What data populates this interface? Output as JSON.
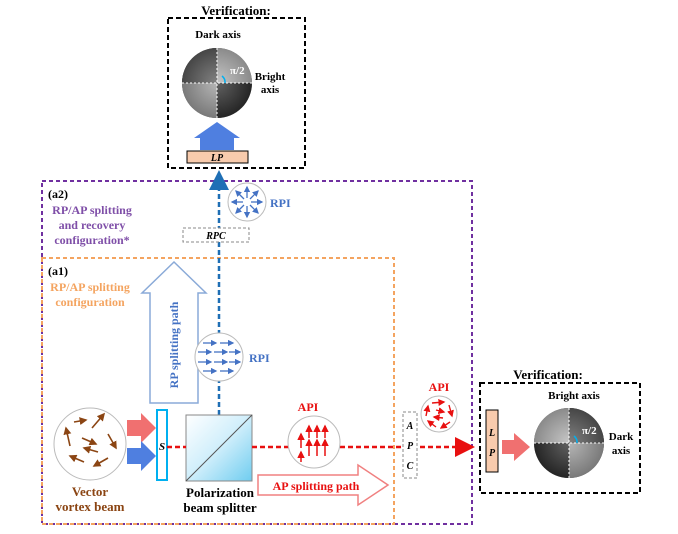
{
  "verification_top": {
    "title": "Verification:",
    "dark_axis": "Dark axis",
    "bright_axis_line1": "Bright",
    "bright_axis_line2": "axis",
    "angle": "π/2",
    "lp": "LP"
  },
  "verification_right": {
    "title": "Verification:",
    "bright_axis": "Bright axis",
    "dark_axis_line1": "Dark",
    "dark_axis_line2": "axis",
    "angle": "π/2",
    "lp_line1": "L",
    "lp_line2": "P"
  },
  "a2": {
    "tag": "(a2)",
    "line1": "RP/AP splitting",
    "line2": "and recovery",
    "line3": "configuration*",
    "rpc": "RPC",
    "rpi": "RPI"
  },
  "a1": {
    "tag": "(a1)",
    "line1": "RP/AP splitting",
    "line2": "configuration",
    "rp_path": "RP splitting path",
    "rpi": "RPI",
    "api": "API",
    "ap_path": "AP splitting path",
    "s": "S"
  },
  "source": {
    "line1": "Vector",
    "line2": "vortex beam"
  },
  "pbs": {
    "line1": "Polarization",
    "line2": "beam splitter"
  },
  "apc": {
    "a": "A",
    "p": "P",
    "c": "C",
    "api": "API"
  },
  "colors": {
    "orange": "#F4A460",
    "purple": "#7030A0",
    "blue": "#4472C4",
    "lightblue": "#5B9BD5",
    "red": "#E81010",
    "brown": "#8B4513",
    "pink": "#F07070",
    "cyan": "#00B0F0",
    "lp_fill": "#F8CBAD"
  }
}
